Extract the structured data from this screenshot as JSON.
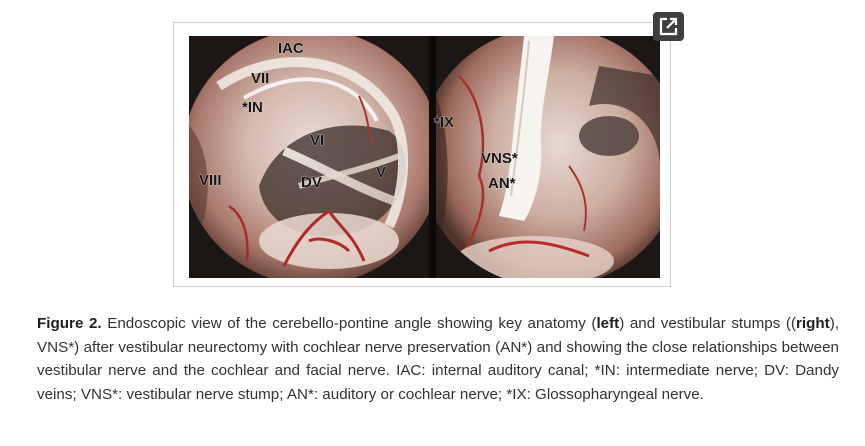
{
  "figure": {
    "labels_left": {
      "iac": "IAC",
      "vii": "VII",
      "in": "*IN",
      "vi": "VI",
      "v": "V",
      "viii": "VIII",
      "dv": "DV"
    },
    "labels_right": {
      "ix": "*IX",
      "vns": "VNS*",
      "an": "AN*"
    },
    "expand_icon": "expand-external-icon"
  },
  "caption": {
    "figure_label": "Figure 2.",
    "part1": " Endoscopic view of the cerebello-pontine angle showing key anatomy (",
    "left": "left",
    "part2": ") and vestibular stumps ((",
    "right": "right",
    "part3": "), VNS*) after vestibular neurectomy with cochlear nerve preservation (AN*) and showing the close relationships between vestibular nerve and the cochlear and facial nerve. IAC: internal auditory canal; *IN: intermediate nerve; DV: Dandy veins; VNS*: vestibular nerve stump; AN*: auditory or cochlear nerve; *IX: Glossopharyngeal nerve."
  }
}
